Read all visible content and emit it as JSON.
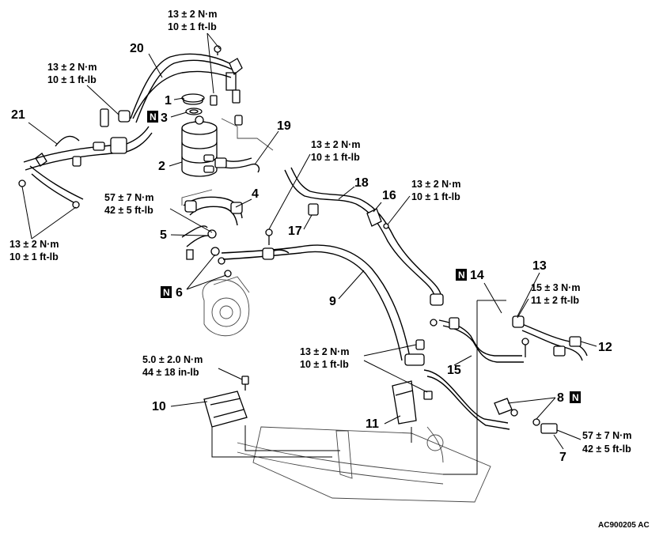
{
  "diagram": {
    "figure_code": "AC900205 AC",
    "n_mark": "N",
    "part_numbers": {
      "p1": "1",
      "p2": "2",
      "p3": "3",
      "p4": "4",
      "p5": "5",
      "p6": "6",
      "p7": "7",
      "p8": "8",
      "p9": "9",
      "p10": "10",
      "p11": "11",
      "p12": "12",
      "p13": "13",
      "p14": "14",
      "p15": "15",
      "p16": "16",
      "p17": "17",
      "p18": "18",
      "p19": "19",
      "p20": "20",
      "p21": "21"
    },
    "torques": {
      "top": {
        "nm": "13 ± 2 N·m",
        "ftlb": "10 ± 1 ft-lb"
      },
      "left_upper": {
        "nm": "13 ± 2 N·m",
        "ftlb": "10 ± 1 ft-lb"
      },
      "center": {
        "nm": "13 ± 2 N·m",
        "ftlb": "10 ± 1 ft-lb"
      },
      "part16": {
        "nm": "13 ± 2 N·m",
        "ftlb": "10 ± 1 ft-lb"
      },
      "part4": {
        "nm": "57 ± 7 N·m",
        "ftlb": "42 ± 5 ft-lb"
      },
      "left_lower": {
        "nm": "13 ± 2 N·m",
        "ftlb": "10 ± 1 ft-lb"
      },
      "part13": {
        "nm": "15 ± 3 N·m",
        "ftlb": "11 ± 2 ft-lb"
      },
      "part10": {
        "nm": "5.0 ± 2.0 N·m",
        "ftlb": "44 ± 18 in-lb"
      },
      "lower_center": {
        "nm": "13 ± 2 N·m",
        "ftlb": "10 ± 1 ft-lb"
      },
      "part7": {
        "nm": "57 ± 7 N·m",
        "ftlb": "42 ± 5 ft-lb"
      }
    }
  }
}
